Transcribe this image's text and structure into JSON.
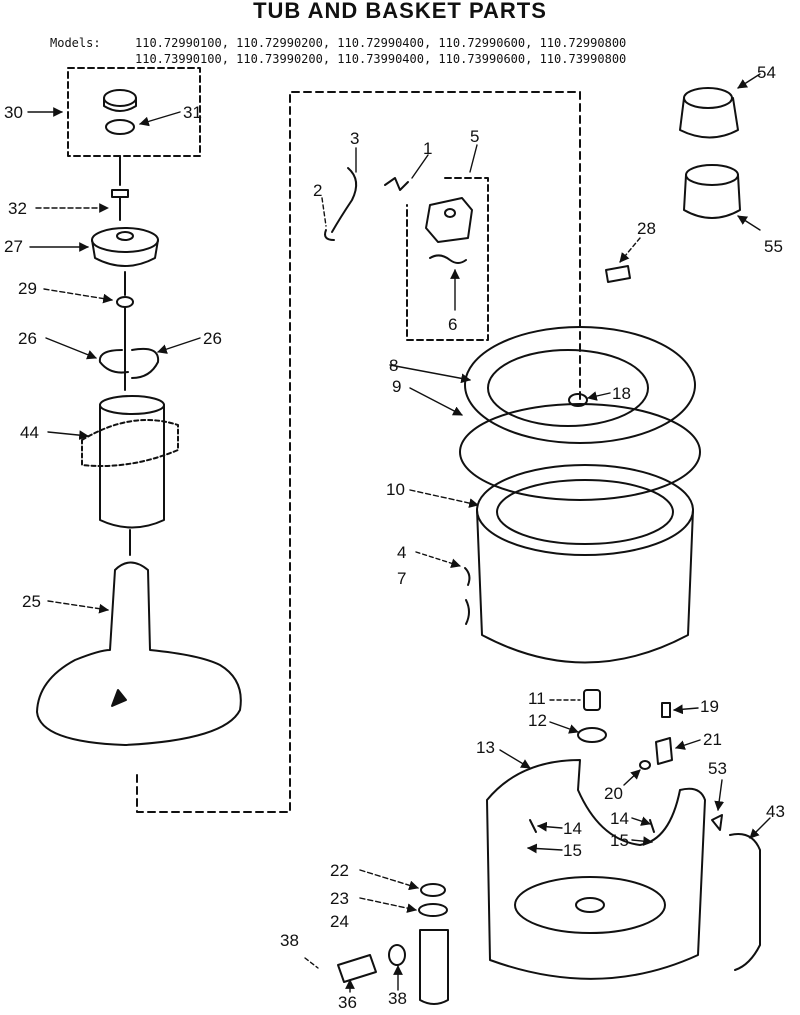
{
  "title": "TUB AND BASKET PARTS",
  "models": {
    "label": "Models:",
    "line1": "110.72990100, 110.72990200, 110.72990400, 110.72990600, 110.72990800",
    "line2": "110.73990100, 110.73990200, 110.73990400, 110.73990600, 110.73990800"
  },
  "callouts": {
    "c1": "1",
    "c2": "2",
    "c3": "3",
    "c4": "4",
    "c5": "5",
    "c6": "6",
    "c7": "7",
    "c8": "8",
    "c9": "9",
    "c10": "10",
    "c11": "11",
    "c12": "12",
    "c13": "13",
    "c14a": "14",
    "c14b": "14",
    "c15a": "15",
    "c15b": "15",
    "c18": "18",
    "c19": "19",
    "c20": "20",
    "c21": "21",
    "c22": "22",
    "c23": "23",
    "c24": "24",
    "c25": "25",
    "c26a": "26",
    "c26b": "26",
    "c27": "27",
    "c28": "28",
    "c29": "29",
    "c30": "30",
    "c31": "31",
    "c32": "32",
    "c36": "36",
    "c38a": "38",
    "c38b": "38",
    "c43": "43",
    "c44": "44",
    "c53": "53",
    "c54": "54",
    "c55": "55"
  }
}
